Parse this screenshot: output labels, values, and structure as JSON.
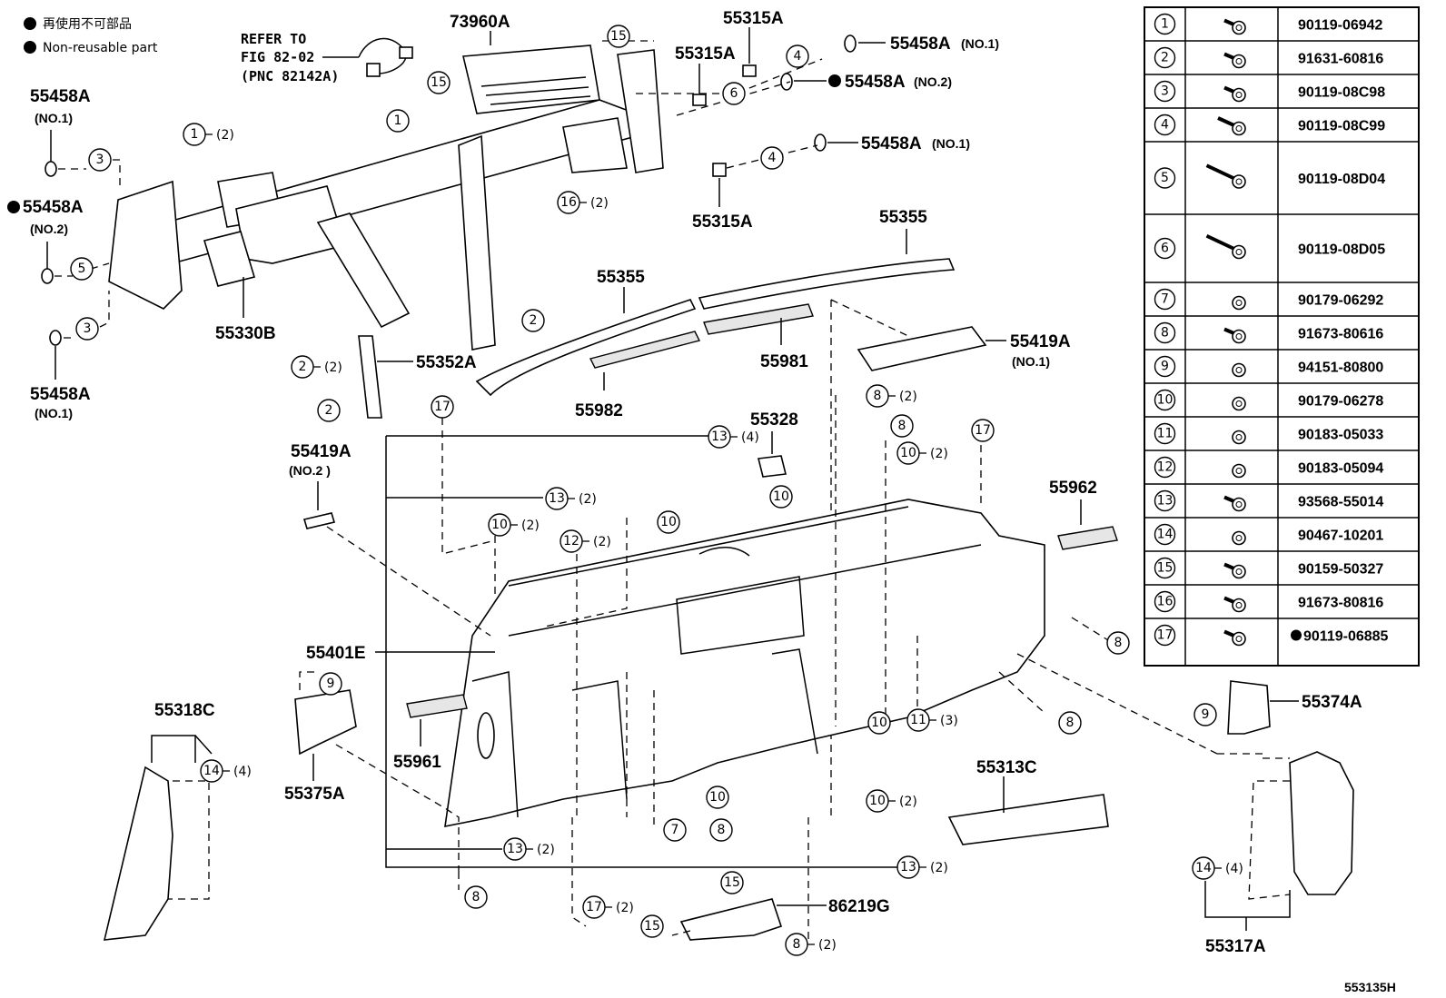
{
  "legend": {
    "line1": "再使用不可部品",
    "line2": "Non-reusable part"
  },
  "reference": {
    "line1": "REFER TO",
    "line2": "FIG 82-02",
    "line3": "(PNC 82142A)"
  },
  "parts": {
    "p73960A": "73960A",
    "p55315A_1": "55315A",
    "p55315A_2": "55315A",
    "p55315A_3": "55315A",
    "p55458A_top1": "55458A",
    "p55458A_top1_sub": "(NO.1)",
    "p55458A_top2": "55458A",
    "p55458A_top2_sub": "(NO.2)",
    "p55458A_mid": "55458A",
    "p55458A_mid_sub": "(NO.1)",
    "p55458A_left1": "55458A",
    "p55458A_left1_sub": "(NO.1)",
    "p55458A_left2": "55458A",
    "p55458A_left2_sub": "(NO.2)",
    "p55458A_left3": "55458A",
    "p55458A_left3_sub": "(NO.1)",
    "p55330B": "55330B",
    "p55352A": "55352A",
    "p55355_a": "55355",
    "p55355_b": "55355",
    "p55981": "55981",
    "p55982": "55982",
    "p55419A_1": "55419A",
    "p55419A_1_sub": "(NO.1)",
    "p55419A_2": "55419A",
    "p55419A_2_sub": "(NO.2 )",
    "p55328": "55328",
    "p55962": "55962",
    "p55401E": "55401E",
    "p55961": "55961",
    "p55318C": "55318C",
    "p55375A": "55375A",
    "p55374A": "55374A",
    "p55313C": "55313C",
    "p86219G": "86219G",
    "p55317A": "55317A"
  },
  "figure_code": "553135H",
  "fasteners_table": [
    {
      "num": "1",
      "part_no": "90119-06942",
      "non_reusable": false
    },
    {
      "num": "2",
      "part_no": "91631-60816",
      "non_reusable": false
    },
    {
      "num": "3",
      "part_no": "90119-08C98",
      "non_reusable": false
    },
    {
      "num": "4",
      "part_no": "90119-08C99",
      "non_reusable": false
    },
    {
      "num": "5",
      "part_no": "90119-08D04",
      "non_reusable": false
    },
    {
      "num": "6",
      "part_no": "90119-08D05",
      "non_reusable": false
    },
    {
      "num": "7",
      "part_no": "90179-06292",
      "non_reusable": false
    },
    {
      "num": "8",
      "part_no": "91673-80616",
      "non_reusable": false
    },
    {
      "num": "9",
      "part_no": "94151-80800",
      "non_reusable": false
    },
    {
      "num": "10",
      "part_no": "90179-06278",
      "non_reusable": false
    },
    {
      "num": "11",
      "part_no": "90183-05033",
      "non_reusable": false
    },
    {
      "num": "12",
      "part_no": "90183-05094",
      "non_reusable": false
    },
    {
      "num": "13",
      "part_no": "93568-55014",
      "non_reusable": false
    },
    {
      "num": "14",
      "part_no": "90467-10201",
      "non_reusable": false
    },
    {
      "num": "15",
      "part_no": "90159-50327",
      "non_reusable": false
    },
    {
      "num": "16",
      "part_no": "91673-80816",
      "non_reusable": false
    },
    {
      "num": "17",
      "part_no": "90119-06885",
      "non_reusable": true
    }
  ],
  "callouts": {
    "c1a": {
      "num": "1",
      "qty": ""
    },
    "c1b": {
      "num": "1",
      "qty": "(2)"
    },
    "c2a": {
      "num": "2",
      "qty": ""
    },
    "c2b": {
      "num": "2",
      "qty": "(2)"
    },
    "c2c": {
      "num": "2",
      "qty": ""
    },
    "c3a": {
      "num": "3",
      "qty": ""
    },
    "c3b": {
      "num": "3",
      "qty": ""
    },
    "c4a": {
      "num": "4",
      "qty": ""
    },
    "c4b": {
      "num": "4",
      "qty": ""
    },
    "c5": {
      "num": "5",
      "qty": ""
    },
    "c6": {
      "num": "6",
      "qty": ""
    },
    "c7": {
      "num": "7",
      "qty": ""
    },
    "c8a": {
      "num": "8",
      "qty": "(2)"
    },
    "c8b": {
      "num": "8",
      "qty": ""
    },
    "c8c": {
      "num": "8",
      "qty": ""
    },
    "c8d": {
      "num": "8",
      "qty": ""
    },
    "c8e": {
      "num": "8",
      "qty": ""
    },
    "c8f": {
      "num": "8",
      "qty": ""
    },
    "c8g": {
      "num": "8",
      "qty": "(2)"
    },
    "c9a": {
      "num": "9",
      "qty": ""
    },
    "c9b": {
      "num": "9",
      "qty": ""
    },
    "c10a": {
      "num": "10",
      "qty": "(2)"
    },
    "c10b": {
      "num": "10",
      "qty": "(2)"
    },
    "c10c": {
      "num": "10",
      "qty": ""
    },
    "c10d": {
      "num": "10",
      "qty": ""
    },
    "c10e": {
      "num": "10",
      "qty": ""
    },
    "c10f": {
      "num": "10",
      "qty": ""
    },
    "c10g": {
      "num": "10",
      "qty": "(2)"
    },
    "c11": {
      "num": "11",
      "qty": "(3)"
    },
    "c12": {
      "num": "12",
      "qty": "(2)"
    },
    "c13a": {
      "num": "13",
      "qty": "(4)"
    },
    "c13b": {
      "num": "13",
      "qty": "(2)"
    },
    "c13c": {
      "num": "13",
      "qty": "(2)"
    },
    "c13d": {
      "num": "13",
      "qty": "(2)"
    },
    "c14a": {
      "num": "14",
      "qty": "(4)"
    },
    "c14b": {
      "num": "14",
      "qty": "(4)"
    },
    "c15a": {
      "num": "15",
      "qty": ""
    },
    "c15b": {
      "num": "15",
      "qty": ""
    },
    "c15c": {
      "num": "15",
      "qty": ""
    },
    "c15d": {
      "num": "15",
      "qty": ""
    },
    "c16": {
      "num": "16",
      "qty": "(2)"
    },
    "c17a": {
      "num": "17",
      "qty": ""
    },
    "c17b": {
      "num": "17",
      "qty": ""
    },
    "c17c": {
      "num": "17",
      "qty": "(2)"
    }
  }
}
